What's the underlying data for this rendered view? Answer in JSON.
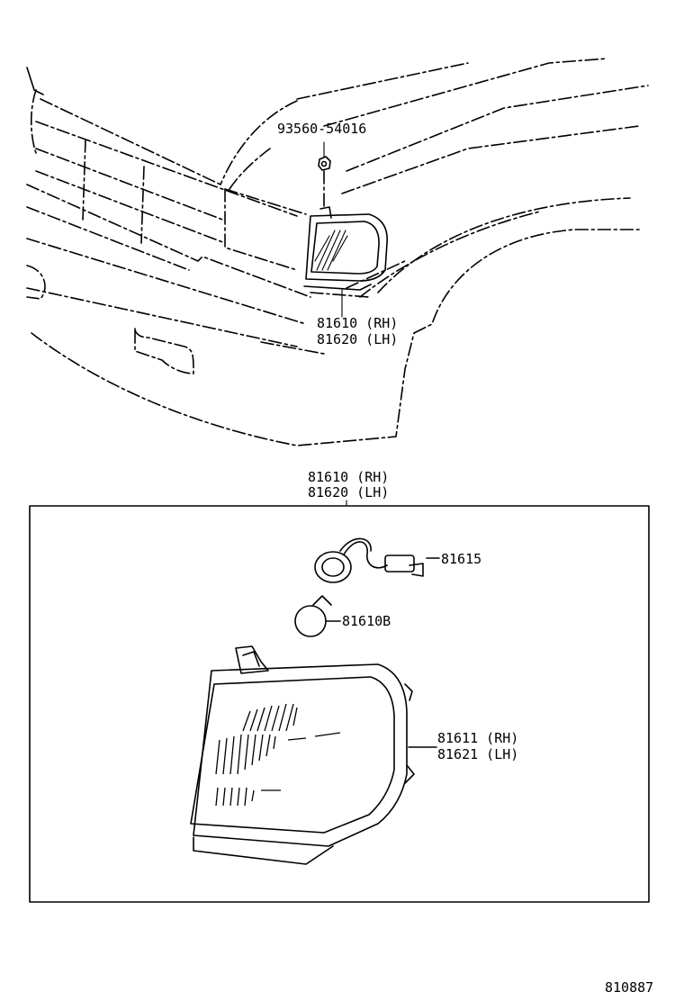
{
  "callouts": {
    "nut": "93560-54016",
    "lamp_assy_rh": "81610 (RH)",
    "lamp_assy_lh": "81620 (LH)",
    "box_title_rh": "81610 (RH)",
    "box_title_lh": "81620 (LH)",
    "socket": "81615",
    "bulb": "81610B",
    "lens_rh": "81611 (RH)",
    "lens_lh": "81621 (LH)"
  },
  "illustration_number": "810887"
}
